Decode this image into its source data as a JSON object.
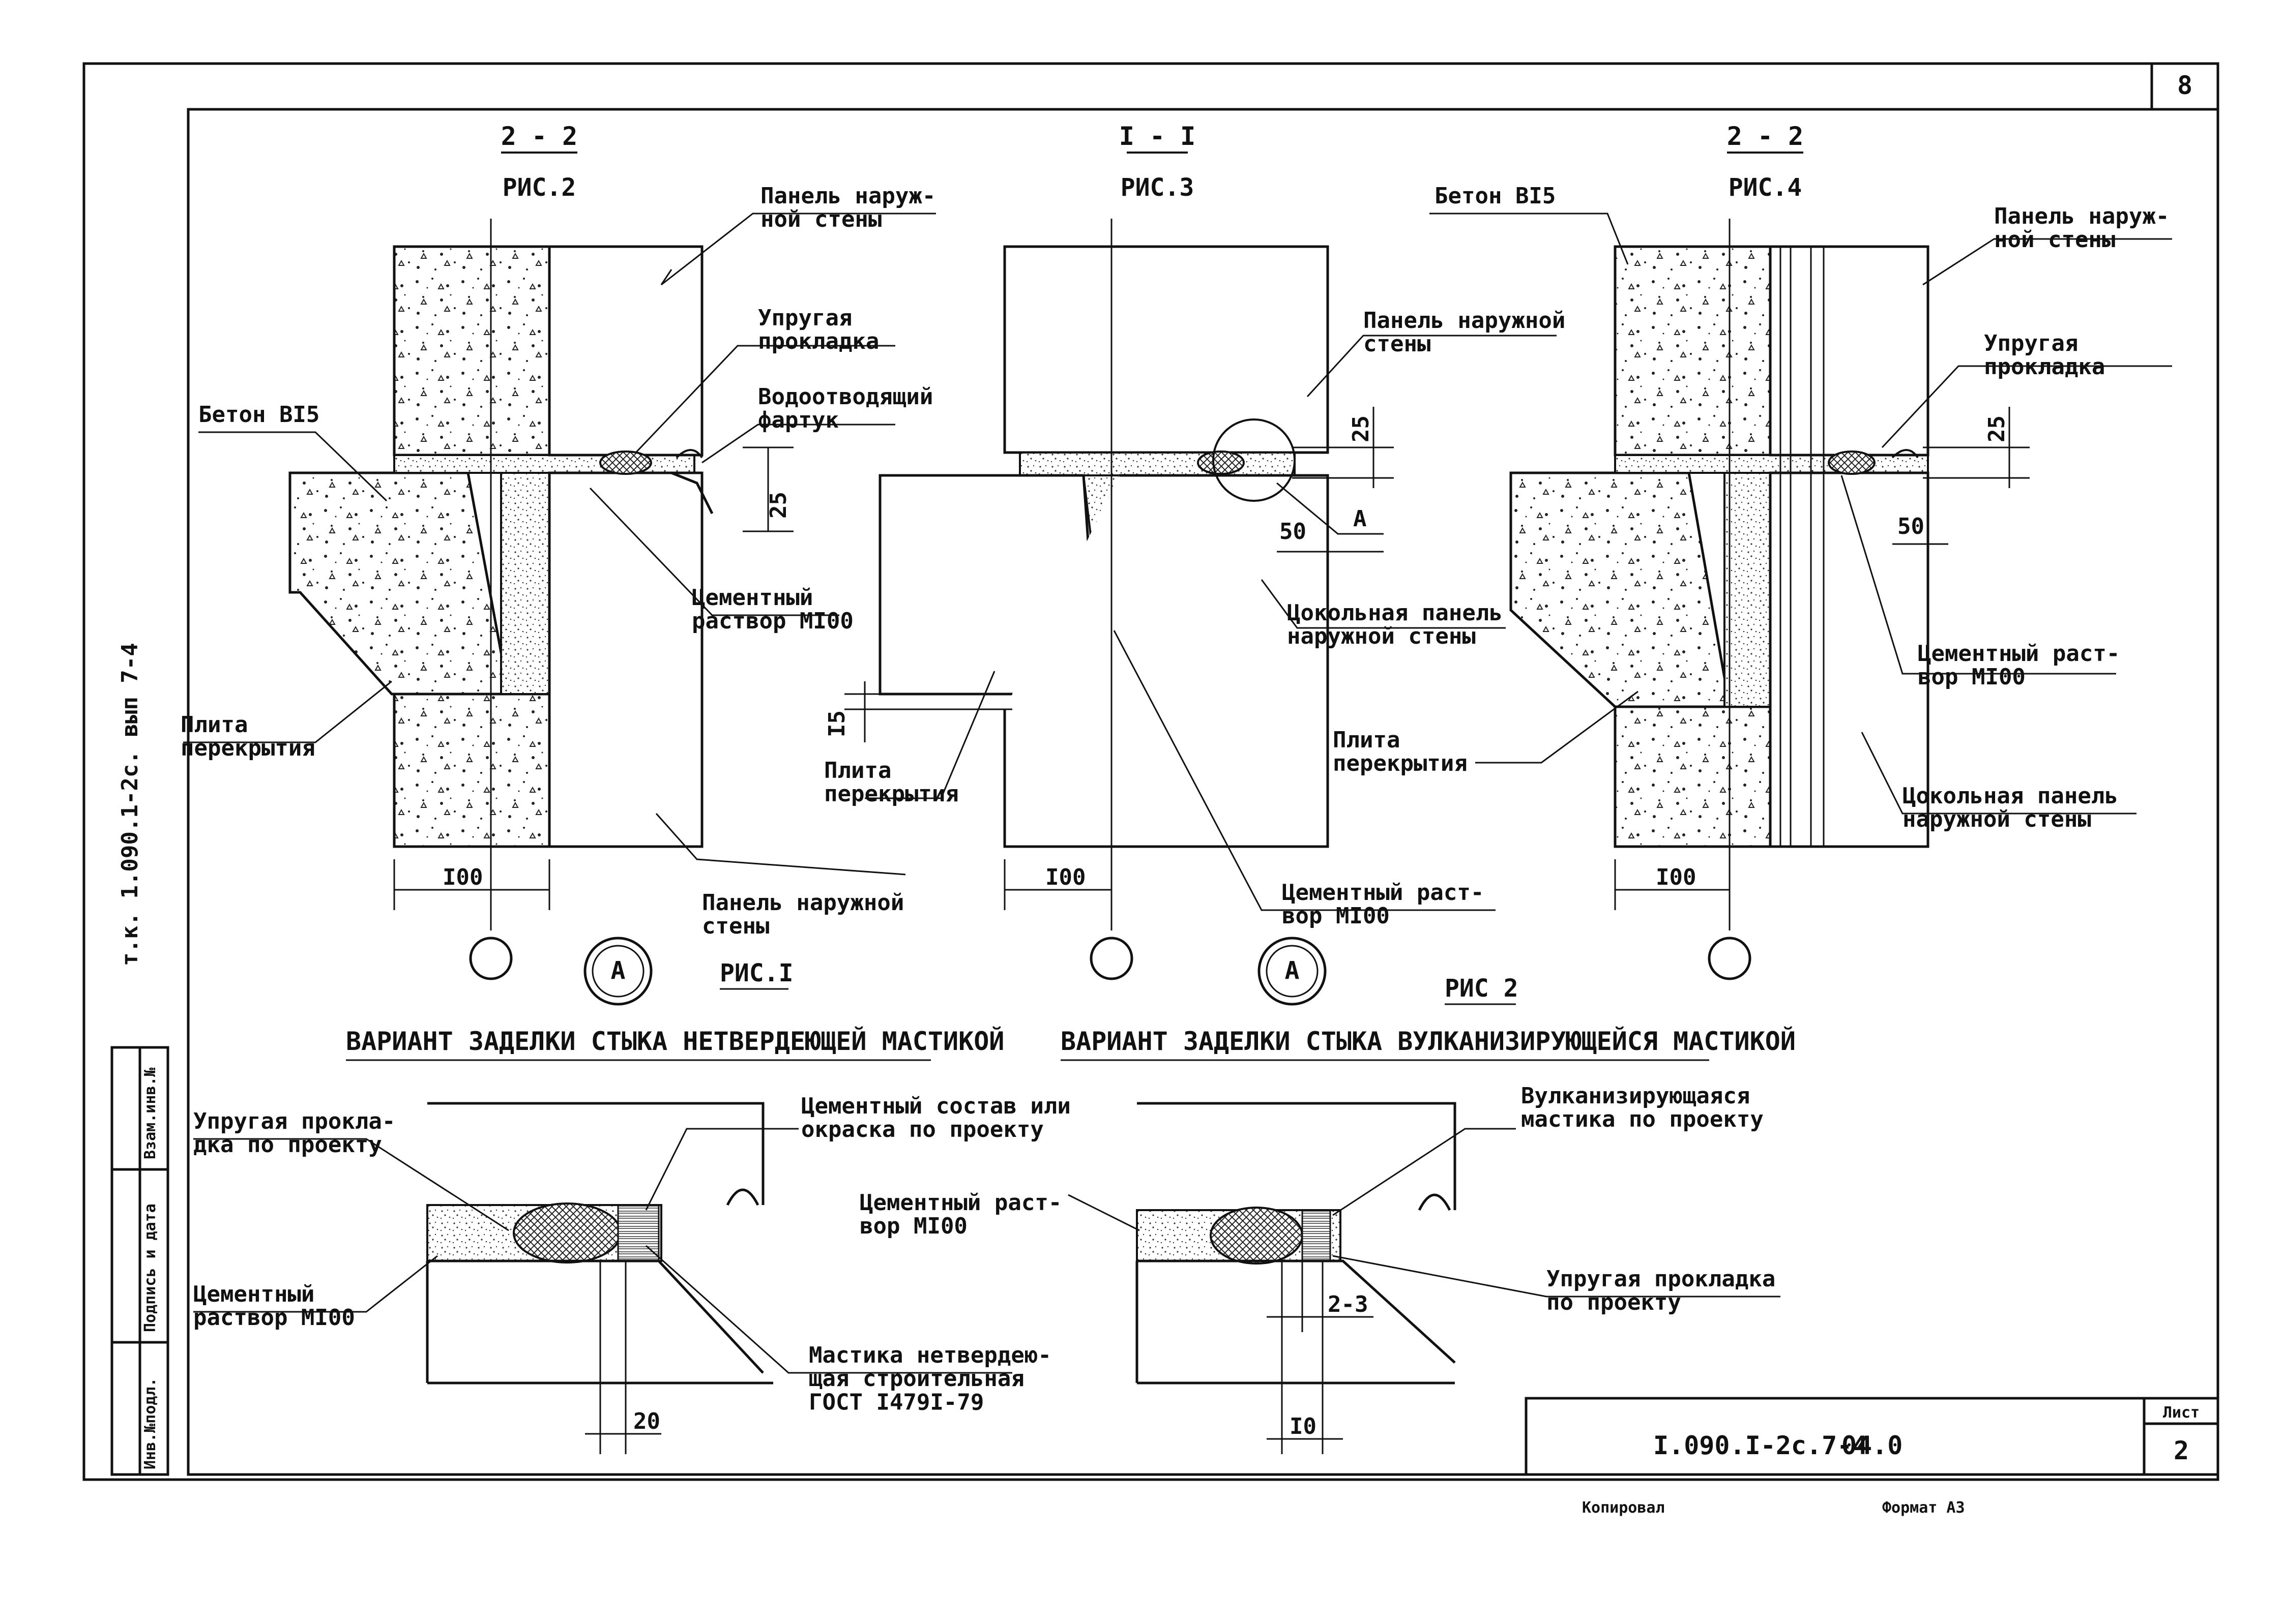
{
  "sheet_number": "8",
  "side_note": "т.к. 1.090.1-2с. вып 7-4",
  "stamp_columns": [
    "Инв.№подл.",
    "Подпись и дата",
    "Взам.инв.№"
  ],
  "title_block": {
    "code": "I.090.I-2c.7-4",
    "revision": "04.0",
    "sheet_label": "Лист",
    "sheet_value": "2"
  },
  "footer": {
    "copy": "Копировал",
    "format": "Формат А3"
  },
  "fig2": {
    "section": "2 - 2",
    "caption": "РИС.2",
    "panel": "Панель наруж-\nной стены",
    "gasket": "Упругая\nпрокладка",
    "apron": "Водоотводящий\nфартук",
    "concrete": "Бетон BI5",
    "mortar": "Цементный\nраствор МI00",
    "slab": "Плита\nперекрытия",
    "panel_bottom": "Панель наружной\nстены",
    "dim_25": "25",
    "dim_100": "I00"
  },
  "fig3": {
    "section": "I - I",
    "caption": "РИС.3",
    "panel": "Панель наружной\nстены",
    "plinth": "Цокольная панель\nнаружной стены",
    "slab": "Плита\nперекрытия",
    "mortar": "Цементный раст-\nвор МI00",
    "dim_25": "25",
    "dim_50": "50",
    "dim_15": "I5",
    "dim_100": "I00",
    "mark": "А"
  },
  "fig4": {
    "section": "2 - 2",
    "caption": "РИС.4",
    "concrete": "Бетон BI5",
    "panel": "Панель наруж-\nной стены",
    "gasket": "Упругая\nпрокладка",
    "mortar": "Цементный раст-\nвор МI00",
    "slab": "Плита\nперекрытия",
    "plinth": "Цокольная панель\nнаружной стены",
    "dim_25": "25",
    "dim_50": "50",
    "dim_100": "I00"
  },
  "detail_a1": {
    "marker": "А",
    "caption": "РИС.I",
    "title": "ВАРИАНТ ЗАДЕЛКИ СТЫКА НЕТВЕРДЕЮЩЕЙ МАСТИКОЙ",
    "gasket": "Упругая прокла-\nдка по проекту",
    "cement_comp": "Цементный состав или\nокраска по проекту",
    "mortar": "Цементный\nраствор МI00",
    "mastic": "Мастика нетвердею-\nщая строительная\nГОСТ I479I-79",
    "dim_20": "20"
  },
  "detail_a2": {
    "marker": "А",
    "caption": "РИС 2",
    "title": "ВАРИАНТ ЗАДЕЛКИ СТЫКА ВУЛКАНИЗИРУЮЩЕЙСЯ МАСТИКОЙ",
    "mastic": "Вулканизирующаяся\nмастика по проекту",
    "mortar": "Цементный раст-\nвор МI00",
    "gasket": "Упругая прокладка\nпо проекту",
    "dim_23": "2-3",
    "dim_10": "I0"
  },
  "colors": {
    "ink": "#111111",
    "paper": "#ffffff",
    "hatch": "#333333"
  }
}
